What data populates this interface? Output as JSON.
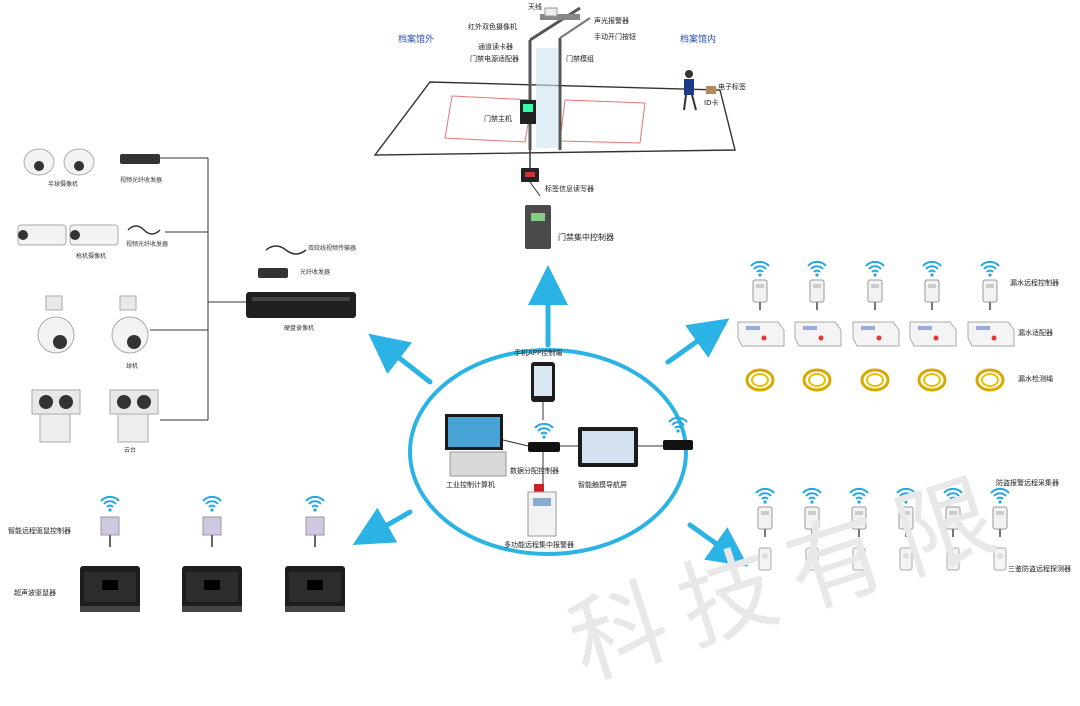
{
  "door_scene": {
    "outside_label": "档案馆外",
    "inside_label": "档案馆内",
    "parts": {
      "camera": "天线",
      "infrared_camera": "红外双色摄像机",
      "channel_reader": "通道读卡器",
      "power_adapter": "门禁电源适配器",
      "alarm": "声光报警器",
      "manual_button": "手动开门按钮",
      "door_module": "门禁模组",
      "door_host": "门禁主机",
      "tag_label": "电子标签",
      "id_card": "ID卡",
      "tag_writer": "标签信息读写器"
    },
    "controller_label": "门禁集中控制器"
  },
  "hub": {
    "phone_label": "手机APP控制端",
    "computer_label": "工业控制计算机",
    "router_label": "数据分配控制器",
    "touch_label": "智能触摸导航屏",
    "alarm_host_label": "多功能远程集中报警器"
  },
  "left": {
    "dome_label": "半球摄像机",
    "dvr_label": "视频光纤收发器",
    "bullet_label": "枪机摄像机",
    "bullet_cable_label": "视频光纤收发器",
    "speed_label": "球机",
    "thermal_label": "云台",
    "cable_label": "双绞线视频传输器",
    "fiber_label": "光纤收发器",
    "nvr_label": "硬盘录像机"
  },
  "right_top": {
    "sensor_label": "漏水远程控制器",
    "adapter_label": "漏水适配器",
    "rope_label": "漏水检测绳"
  },
  "right_bottom": {
    "collector_label": "防盗报警远程采集器",
    "detector_label": "三鉴防盗远程探测器"
  },
  "bottom_left": {
    "controller_label": "智能远程驱鼠控制器",
    "device_label": "超声波驱鼠器"
  },
  "watermark": "科技有限"
}
